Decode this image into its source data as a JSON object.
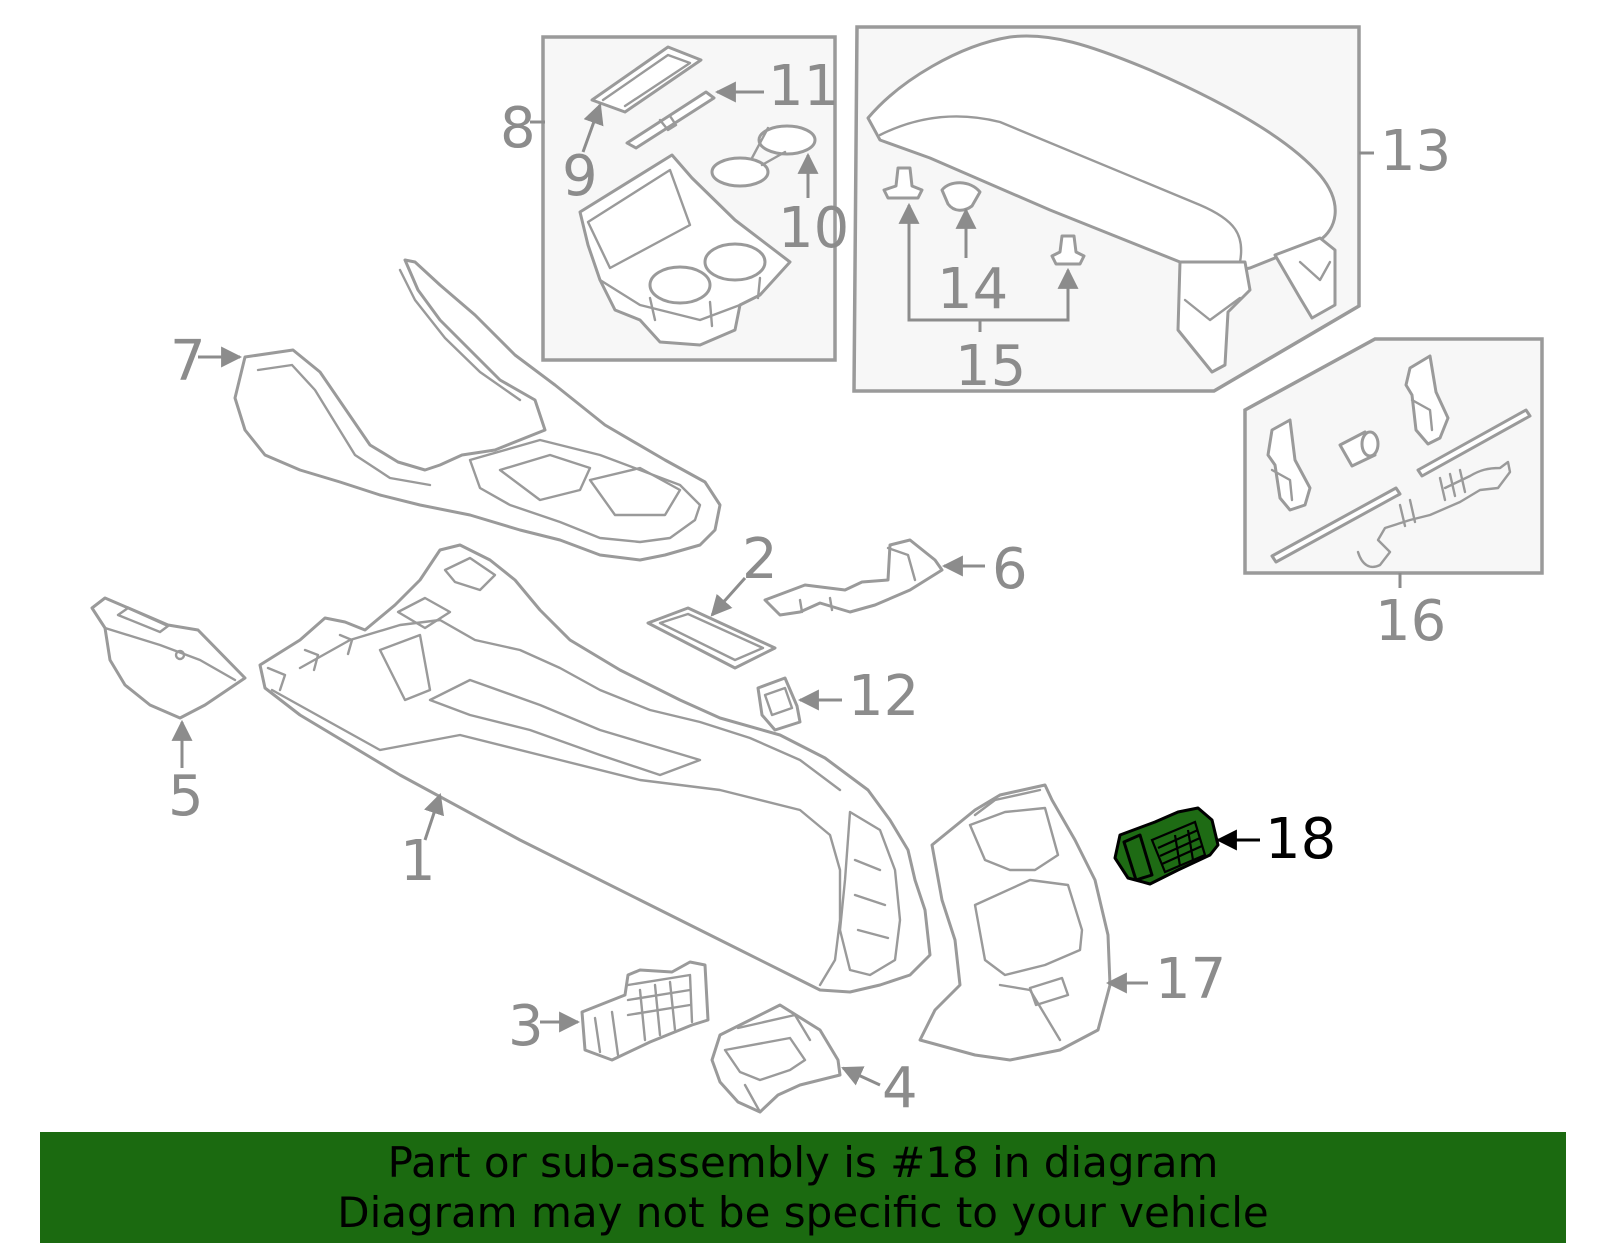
{
  "diagram": {
    "highlighted_part": "18",
    "highlight_color": "#1e6b14",
    "line_color": "#9a9a9a",
    "callouts": {
      "c1": "1",
      "c2": "2",
      "c3": "3",
      "c4": "4",
      "c5": "5",
      "c6": "6",
      "c7": "7",
      "c8": "8",
      "c9": "9",
      "c10": "10",
      "c11": "11",
      "c12": "12",
      "c13": "13",
      "c14": "14",
      "c15": "15",
      "c16": "16",
      "c17": "17",
      "c18": "18"
    }
  },
  "banner": {
    "background": "#1b6a10",
    "line1": "Part or sub-assembly is #18 in diagram",
    "line2": "Diagram may not be specific to your vehicle"
  }
}
